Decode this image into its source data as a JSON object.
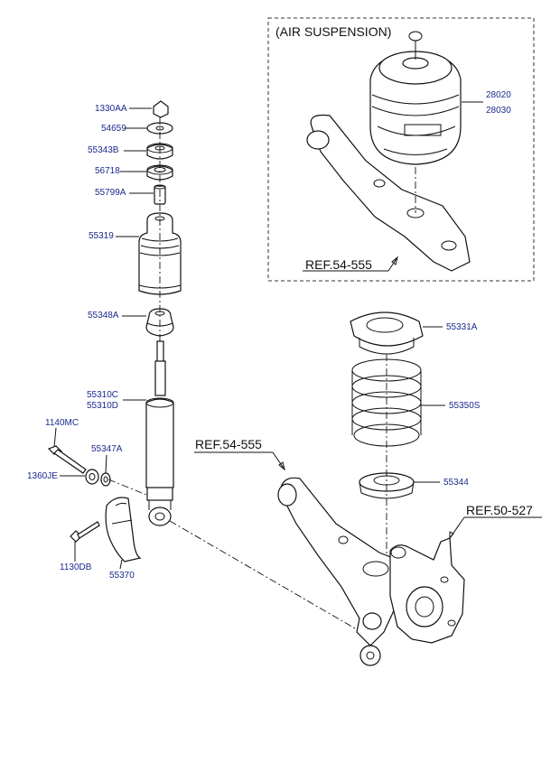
{
  "diagram": {
    "group_title": "(AIR SUSPENSION)",
    "parts": {
      "p1330AA": "1330AA",
      "p54659": "54659",
      "p55343B": "55343B",
      "p56718": "56718",
      "p55799A": "55799A",
      "p55319": "55319",
      "p55348A": "55348A",
      "p55310C": "55310C",
      "p55310D": "55310D",
      "p1140MC": "1140MC",
      "p55347A": "55347A",
      "p1360JE": "1360JE",
      "p1130DB": "1130DB",
      "p55370": "55370",
      "p28020": "28020",
      "p28030": "28030",
      "p55331A": "55331A",
      "p55350S": "55350S",
      "p55344": "55344"
    },
    "refs": {
      "ref_air": "REF.54-555",
      "ref_arm": "REF.54-555",
      "ref_knuckle": "REF.50-527"
    }
  }
}
